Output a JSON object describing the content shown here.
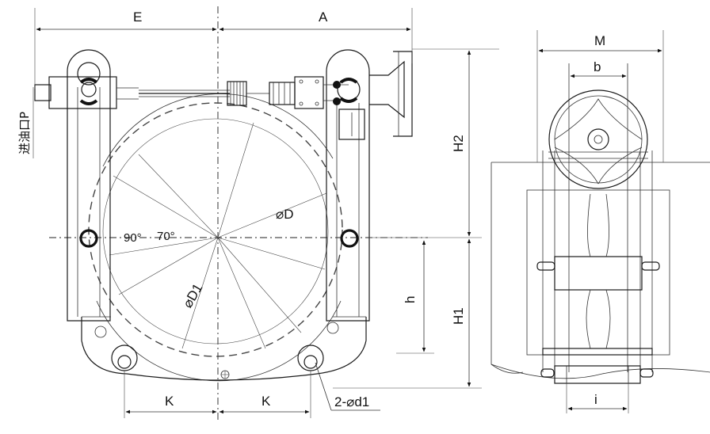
{
  "labels": {
    "E": "E",
    "A": "A",
    "M": "M",
    "b": "b",
    "H2": "H2",
    "H1": "H1",
    "h": "h",
    "K_left": "K",
    "K_right": "K",
    "i": "i",
    "angle_90": "90°",
    "angle_70": "70°",
    "dia_D": "⌀D",
    "dia_D1": "⌀D1",
    "hole_2d1": "2-⌀d1",
    "oil_port": "进油口P"
  },
  "colors": {
    "line": "#1a1a1a",
    "background": "#ffffff"
  }
}
